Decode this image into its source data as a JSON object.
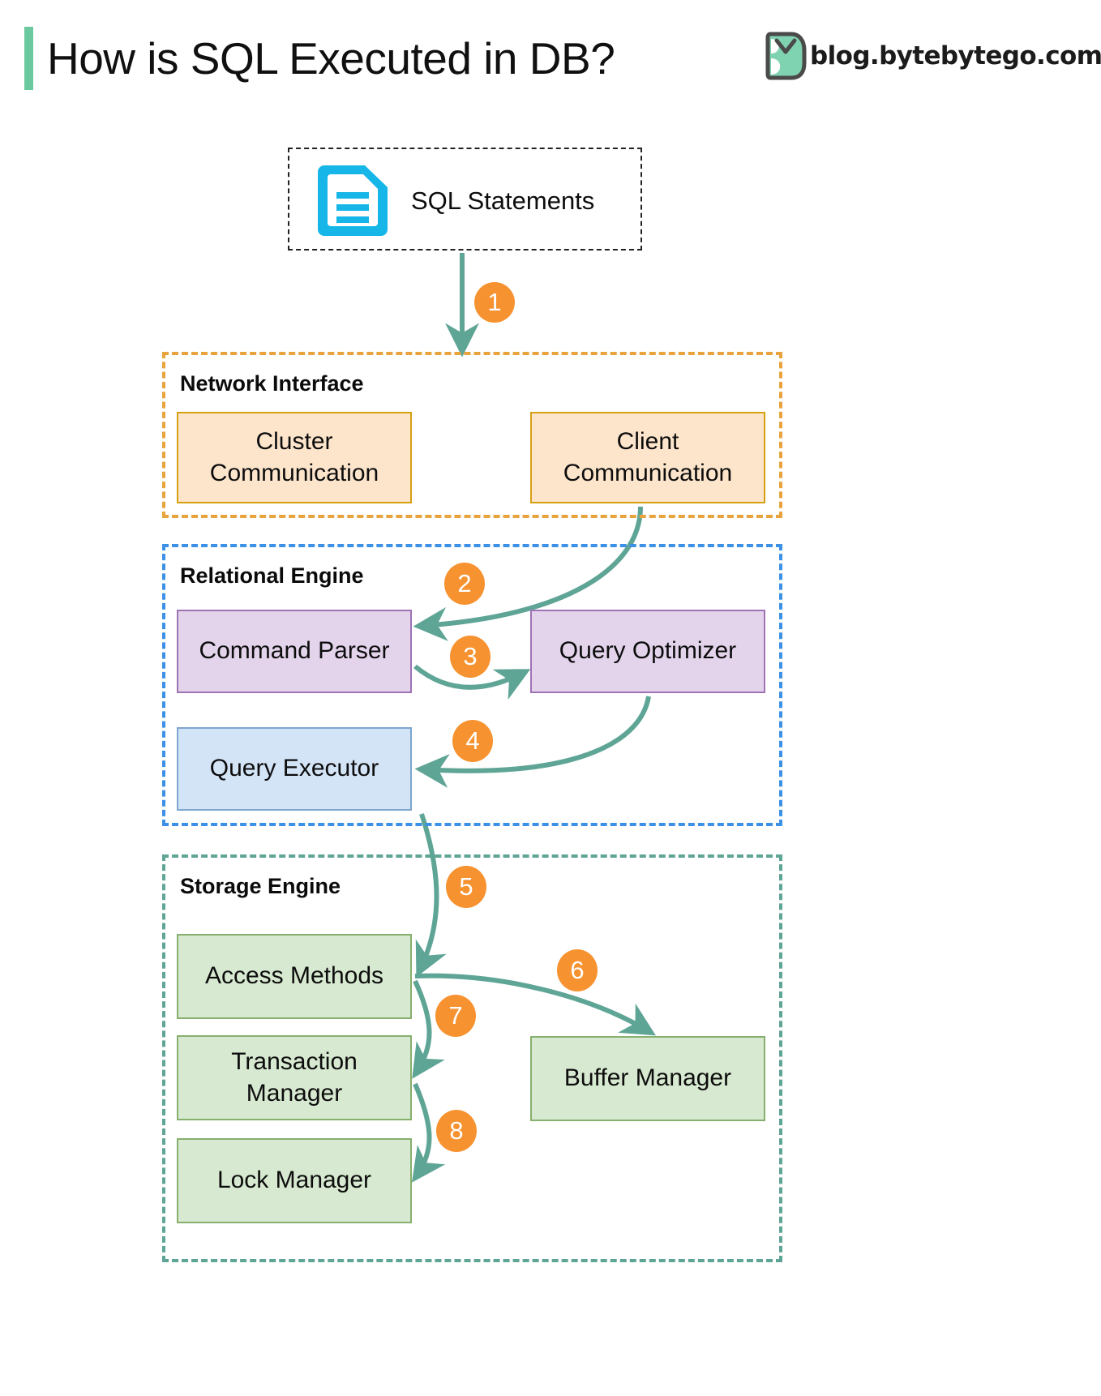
{
  "header": {
    "title": "How is SQL Executed in DB?",
    "accent_color": "#6BC9A0",
    "brand_text": "blog.bytebytego.com",
    "brand_logo_icon": "bytebytego-logo-icon",
    "brand_logo_color": "#6BC9A0"
  },
  "colors": {
    "arrow": "#5FA596",
    "badge": "#F79230",
    "network_border": "#E8A33D",
    "relational_border": "#3C91E6",
    "storage_border": "#5FA596",
    "orange_box_fill": "#FDE5CC",
    "orange_box_border": "#D6A013",
    "purple_box_fill": "#E3D4EC",
    "purple_box_border": "#9E72B5",
    "blue_box_fill": "#D4E4F7",
    "blue_box_border": "#7EA6CE",
    "green_box_fill": "#D7E9D0",
    "green_box_border": "#86B06E",
    "doc_icon": "#17B6E8"
  },
  "source": {
    "label": "SQL Statements",
    "icon": "document-icon"
  },
  "groups": [
    {
      "id": "network",
      "title": "Network Interface"
    },
    {
      "id": "relational",
      "title": "Relational Engine"
    },
    {
      "id": "storage",
      "title": "Storage Engine"
    }
  ],
  "nodes": {
    "cluster_communication": "Cluster\nCommunication",
    "client_communication": "Client\nCommunication",
    "command_parser": "Command Parser",
    "query_optimizer": "Query Optimizer",
    "query_executor": "Query Executor",
    "access_methods": "Access Methods",
    "transaction_manager": "Transaction\nManager",
    "lock_manager": "Lock Manager",
    "buffer_manager": "Buffer Manager"
  },
  "steps": [
    {
      "n": "1",
      "from": "SQL Statements",
      "to": "Network Interface"
    },
    {
      "n": "2",
      "from": "Client Communication",
      "to": "Command Parser"
    },
    {
      "n": "3",
      "from": "Command Parser",
      "to": "Query Optimizer"
    },
    {
      "n": "4",
      "from": "Query Optimizer",
      "to": "Query Executor"
    },
    {
      "n": "5",
      "from": "Query Executor",
      "to": "Access Methods"
    },
    {
      "n": "6",
      "from": "Access Methods",
      "to": "Buffer Manager"
    },
    {
      "n": "7",
      "from": "Access Methods",
      "to": "Transaction Manager"
    },
    {
      "n": "8",
      "from": "Transaction Manager",
      "to": "Lock Manager"
    }
  ]
}
